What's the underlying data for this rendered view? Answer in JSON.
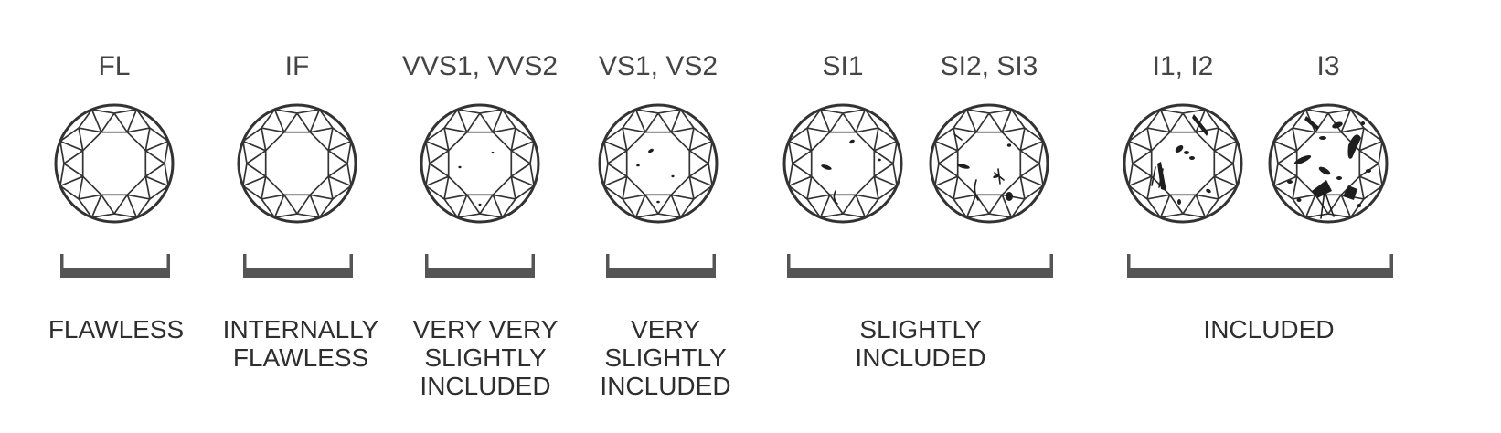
{
  "colors": {
    "outline": "#333333",
    "bracket": "#555555",
    "text": "#3a3a3a",
    "background": "#ffffff"
  },
  "grades": [
    {
      "code": "FL",
      "inclusion_level": 0
    },
    {
      "code": "IF",
      "inclusion_level": 0
    },
    {
      "code": "VVS1, VVS2",
      "inclusion_level": 1
    },
    {
      "code": "VS1, VS2",
      "inclusion_level": 2
    },
    {
      "code": "SI1",
      "inclusion_level": 3
    },
    {
      "code": "SI2, SI3",
      "inclusion_level": 4
    },
    {
      "code": "I1,  I2",
      "inclusion_level": 5
    },
    {
      "code": "I3",
      "inclusion_level": 6
    }
  ],
  "groups": [
    {
      "lines": [
        "FLAWLESS"
      ],
      "grades_covered": [
        "FL"
      ]
    },
    {
      "lines": [
        "INTERNALLY",
        "FLAWLESS"
      ],
      "grades_covered": [
        "IF"
      ]
    },
    {
      "lines": [
        "VERY VERY",
        "SLIGHTLY",
        "INCLUDED"
      ],
      "grades_covered": [
        "VVS1, VVS2"
      ]
    },
    {
      "lines": [
        "VERY",
        "SLIGHTLY",
        "INCLUDED"
      ],
      "grades_covered": [
        "VS1, VS2"
      ]
    },
    {
      "lines": [
        "SLIGHTLY",
        "INCLUDED"
      ],
      "grades_covered": [
        "SI1",
        "SI2, SI3"
      ]
    },
    {
      "lines": [
        "INCLUDED"
      ],
      "grades_covered": [
        "I1,  I2",
        "I3"
      ]
    }
  ],
  "icons": {
    "diamond": "round-brilliant-diamond-icon",
    "bracket": "group-bracket"
  }
}
